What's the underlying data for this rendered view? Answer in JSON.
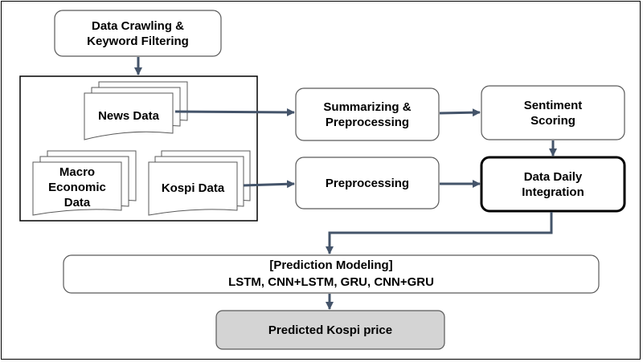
{
  "diagram": {
    "nodes": {
      "crawl": "Data Crawling &\nKeyword Filtering",
      "news": "News Data",
      "macro": "Macro\nEconomic\nData",
      "kospi": "Kospi Data",
      "summ": "Summarizing &\nPreprocessing",
      "prep": "Preprocessing",
      "senti": "Sentiment\nScoring",
      "integ": "Data Daily\nIntegration",
      "model_title": "[Prediction Modeling]",
      "model_methods": "LSTM, CNN+LSTM,  GRU, CNN+GRU",
      "pred": "Predicted Kospi price"
    },
    "edges": [
      {
        "from": "crawl",
        "to": "sources-group"
      },
      {
        "from": "news",
        "to": "summ"
      },
      {
        "from": "summ",
        "to": "senti"
      },
      {
        "from": "senti",
        "to": "integ"
      },
      {
        "from": "kospi",
        "to": "prep"
      },
      {
        "from": "prep",
        "to": "integ"
      },
      {
        "from": "integ",
        "to": "model"
      },
      {
        "from": "model",
        "to": "pred"
      }
    ],
    "colors": {
      "line": "#44546a",
      "box_border": "#595959",
      "pred_fill": "#d4d4d4"
    }
  }
}
